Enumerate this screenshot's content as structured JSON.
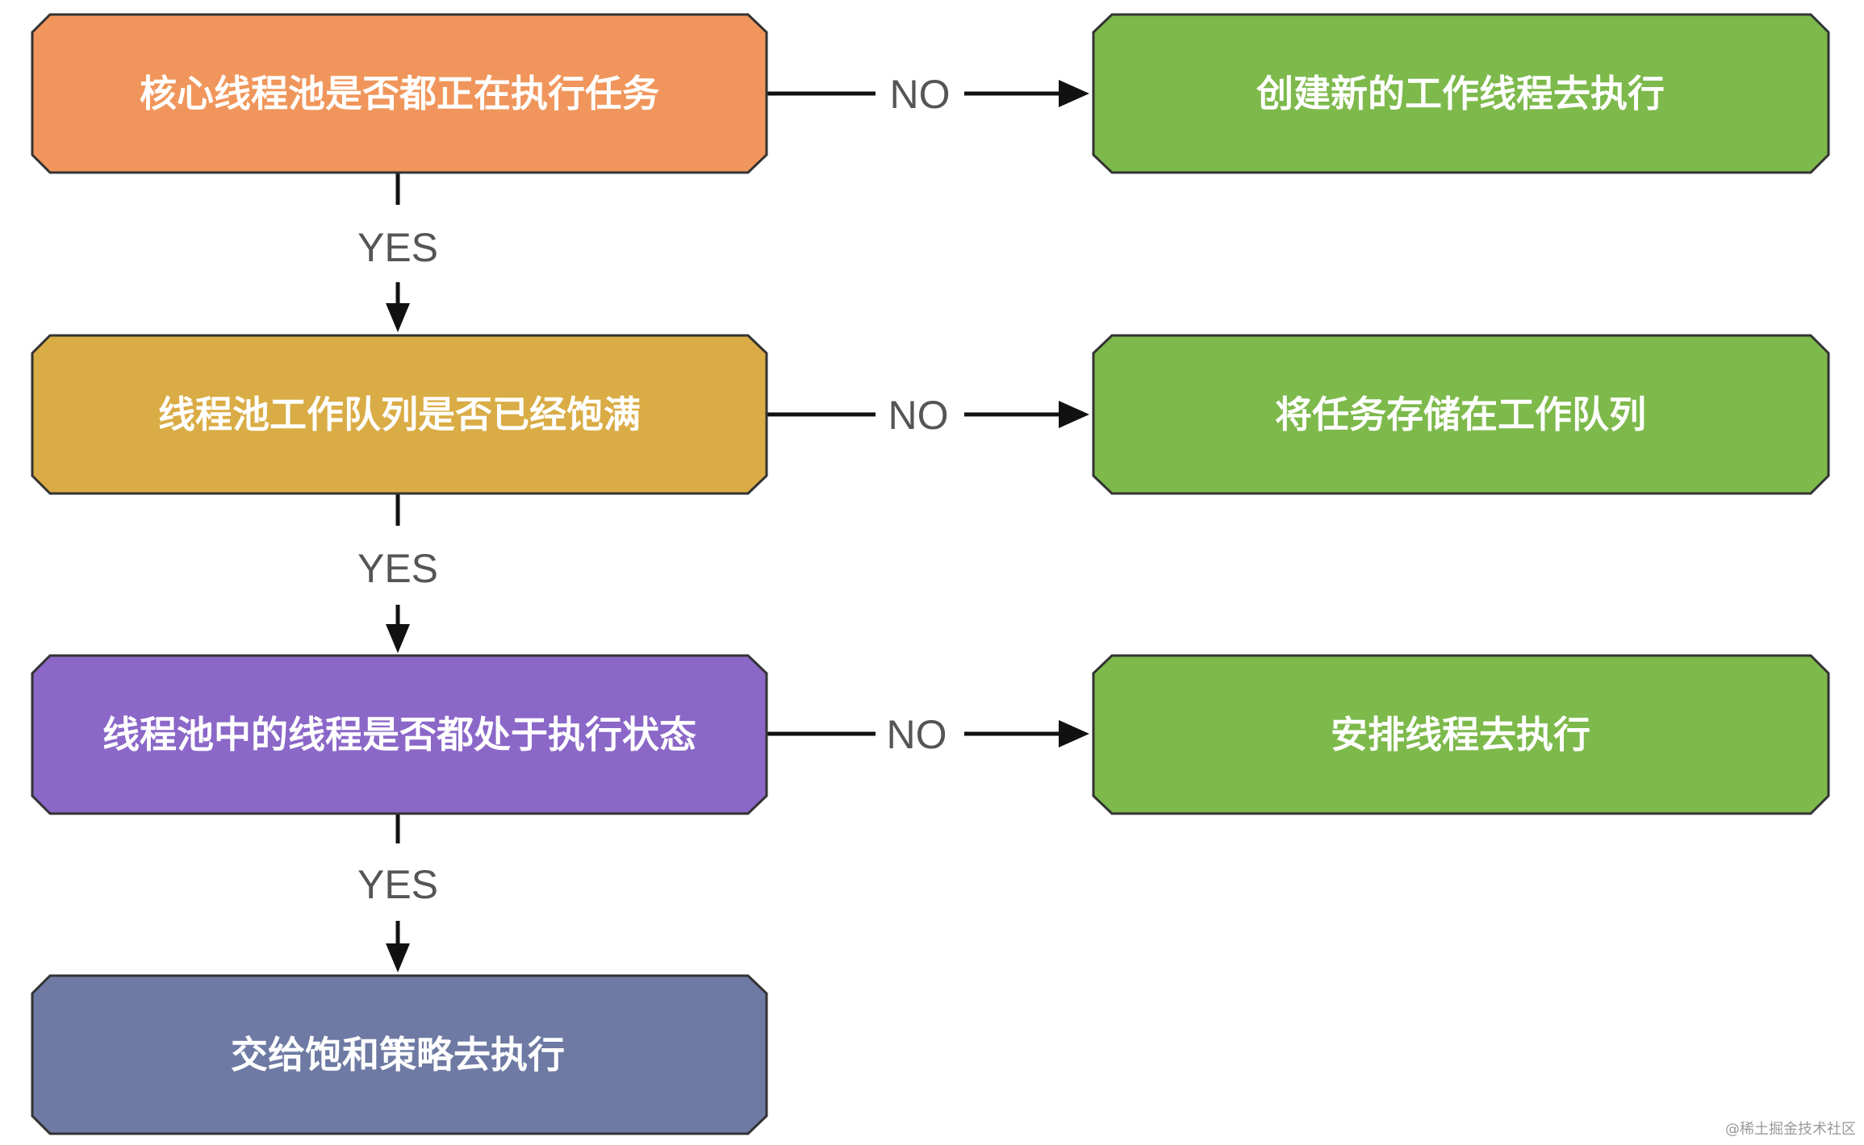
{
  "nodes": {
    "core_check": {
      "label": "核心线程池是否都正在执行任务",
      "color": "#F0965C"
    },
    "create_worker": {
      "label": "创建新的工作线程去执行",
      "color": "#7DB94B"
    },
    "queue_check": {
      "label": "线程池工作队列是否已经饱满",
      "color": "#D9AC45"
    },
    "store_queue": {
      "label": "将任务存储在工作队列",
      "color": "#7DB94B"
    },
    "pool_check": {
      "label": "线程池中的线程是否都处于执行状态",
      "color": "#8B67C8"
    },
    "schedule_thread": {
      "label": "安排线程去执行",
      "color": "#7DB94B"
    },
    "saturation": {
      "label": "交给饱和策略去执行",
      "color": "#6E7AA3"
    }
  },
  "edges": {
    "no_1": "NO",
    "no_2": "NO",
    "no_3": "NO",
    "yes_1": "YES",
    "yes_2": "YES",
    "yes_3": "YES"
  },
  "watermark": "@稀土掘金技术社区"
}
